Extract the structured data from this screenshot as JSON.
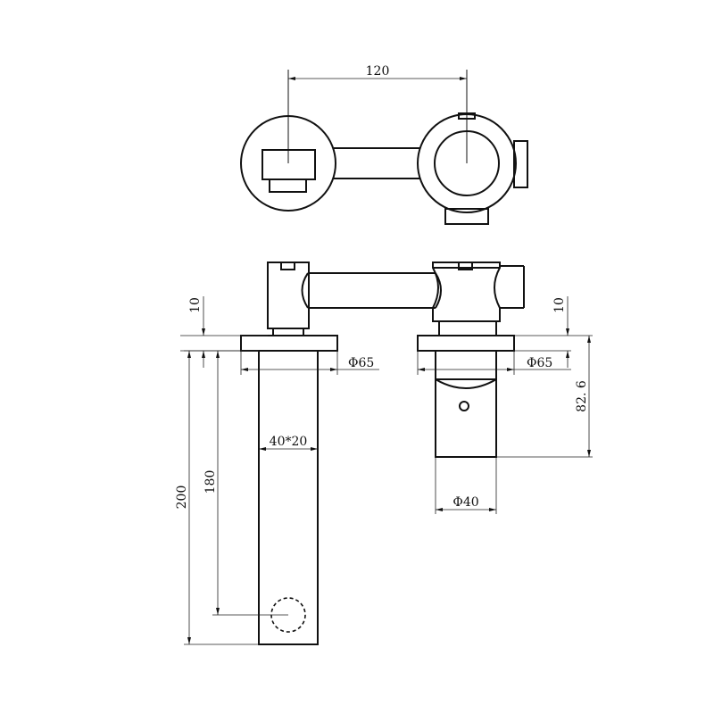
{
  "dimensions": {
    "top_spacing": "120",
    "left_wall_offset": "10",
    "right_wall_offset": "10",
    "left_plate_diameter": "Φ65",
    "right_plate_diameter": "Φ65",
    "spout_section": "40*20",
    "total_length": "200",
    "outlet_length": "180",
    "handle_depth": "82. 6",
    "handle_diameter": "Φ40"
  }
}
